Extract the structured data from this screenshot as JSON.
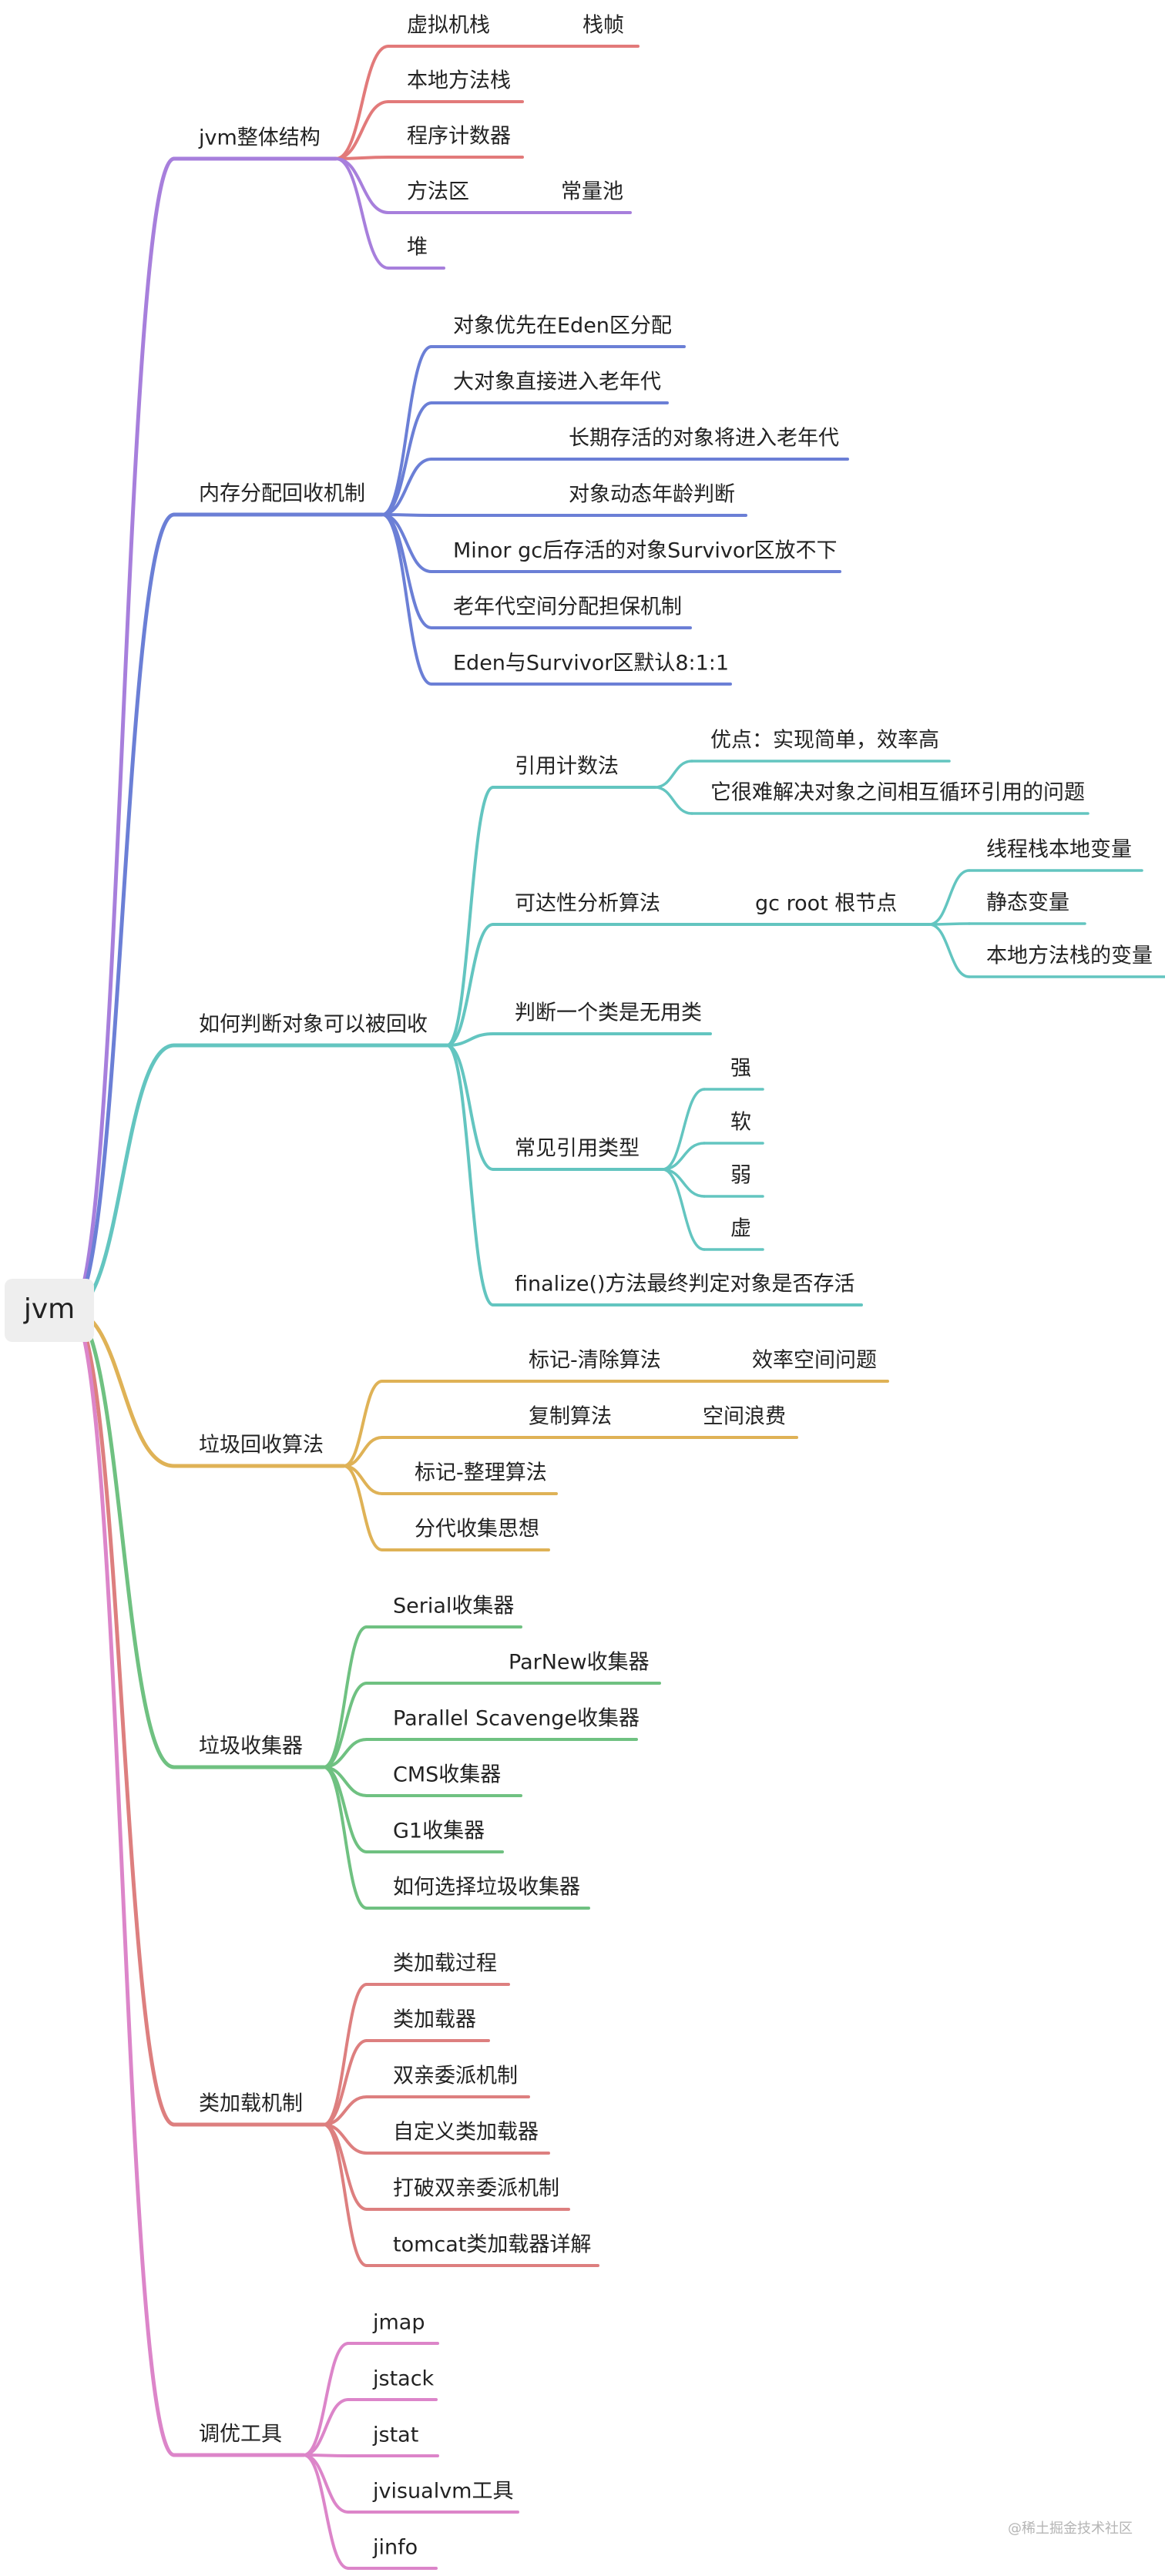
{
  "root": {
    "label": "jvm"
  },
  "watermark": "@稀土掘金技术社区",
  "colors": {
    "root_fill": "#eeeeee",
    "c1": "#a77fdc",
    "c1_alt": "#e27a7a",
    "c2": "#6b7fd6",
    "c3": "#63c5c0",
    "c4": "#dfb256",
    "c5": "#6fc181",
    "c6": "#dd7f7f",
    "c7": "#dc85c9"
  },
  "branches": [
    {
      "label": "jvm整体结构",
      "color_key": "c1",
      "children": [
        {
          "label": "虚拟机栈",
          "color_key": "c1_alt",
          "children": [
            {
              "label": "栈帧"
            }
          ]
        },
        {
          "label": "本地方法栈",
          "color_key": "c1_alt"
        },
        {
          "label": "程序计数器",
          "color_key": "c1_alt"
        },
        {
          "label": "方法区",
          "children": [
            {
              "label": "常量池"
            }
          ]
        },
        {
          "label": "堆"
        }
      ]
    },
    {
      "label": "内存分配回收机制",
      "color_key": "c2",
      "children": [
        {
          "label": "对象优先在Eden区分配"
        },
        {
          "label": "大对象直接进入老年代"
        },
        {
          "label": "长期存活的对象将进入老年代"
        },
        {
          "label": "对象动态年龄判断"
        },
        {
          "label": "Minor gc后存活的对象Survivor区放不下"
        },
        {
          "label": "老年代空间分配担保机制"
        },
        {
          "label": "Eden与Survivor区默认8:1:1"
        }
      ]
    },
    {
      "label": "如何判断对象可以被回收",
      "color_key": "c3",
      "children": [
        {
          "label": "引用计数法",
          "children": [
            {
              "label": "优点：实现简单，效率高"
            },
            {
              "label": "它很难解决对象之间相互循环引用的问题"
            }
          ]
        },
        {
          "label": "可达性分析算法",
          "children": [
            {
              "label": "gc root 根节点",
              "children": [
                {
                  "label": "线程栈本地变量"
                },
                {
                  "label": "静态变量"
                },
                {
                  "label": "本地方法栈的变量"
                }
              ]
            }
          ]
        },
        {
          "label": "判断一个类是无用类"
        },
        {
          "label": "常见引用类型",
          "children": [
            {
              "label": "强"
            },
            {
              "label": "软"
            },
            {
              "label": "弱"
            },
            {
              "label": "虚"
            }
          ]
        },
        {
          "label": "finalize()方法最终判定对象是否存活"
        }
      ]
    },
    {
      "label": "垃圾回收算法",
      "color_key": "c4",
      "children": [
        {
          "label": "标记-清除算法",
          "children": [
            {
              "label": "效率空间问题"
            }
          ]
        },
        {
          "label": "复制算法",
          "children": [
            {
              "label": "空间浪费"
            }
          ]
        },
        {
          "label": "标记-整理算法"
        },
        {
          "label": "分代收集思想"
        }
      ]
    },
    {
      "label": "垃圾收集器",
      "color_key": "c5",
      "children": [
        {
          "label": "Serial收集器"
        },
        {
          "label": "ParNew收集器"
        },
        {
          "label": "Parallel Scavenge收集器"
        },
        {
          "label": "CMS收集器"
        },
        {
          "label": "G1收集器"
        },
        {
          "label": "如何选择垃圾收集器"
        }
      ]
    },
    {
      "label": "类加载机制",
      "color_key": "c6",
      "children": [
        {
          "label": "类加载过程"
        },
        {
          "label": "类加载器"
        },
        {
          "label": "双亲委派机制"
        },
        {
          "label": "自定义类加载器"
        },
        {
          "label": "打破双亲委派机制"
        },
        {
          "label": "tomcat类加载器详解"
        }
      ]
    },
    {
      "label": "调优工具",
      "color_key": "c7",
      "children": [
        {
          "label": "jmap"
        },
        {
          "label": "jstack"
        },
        {
          "label": "jstat"
        },
        {
          "label": "jvisualvm工具"
        },
        {
          "label": "jinfo"
        }
      ]
    }
  ]
}
